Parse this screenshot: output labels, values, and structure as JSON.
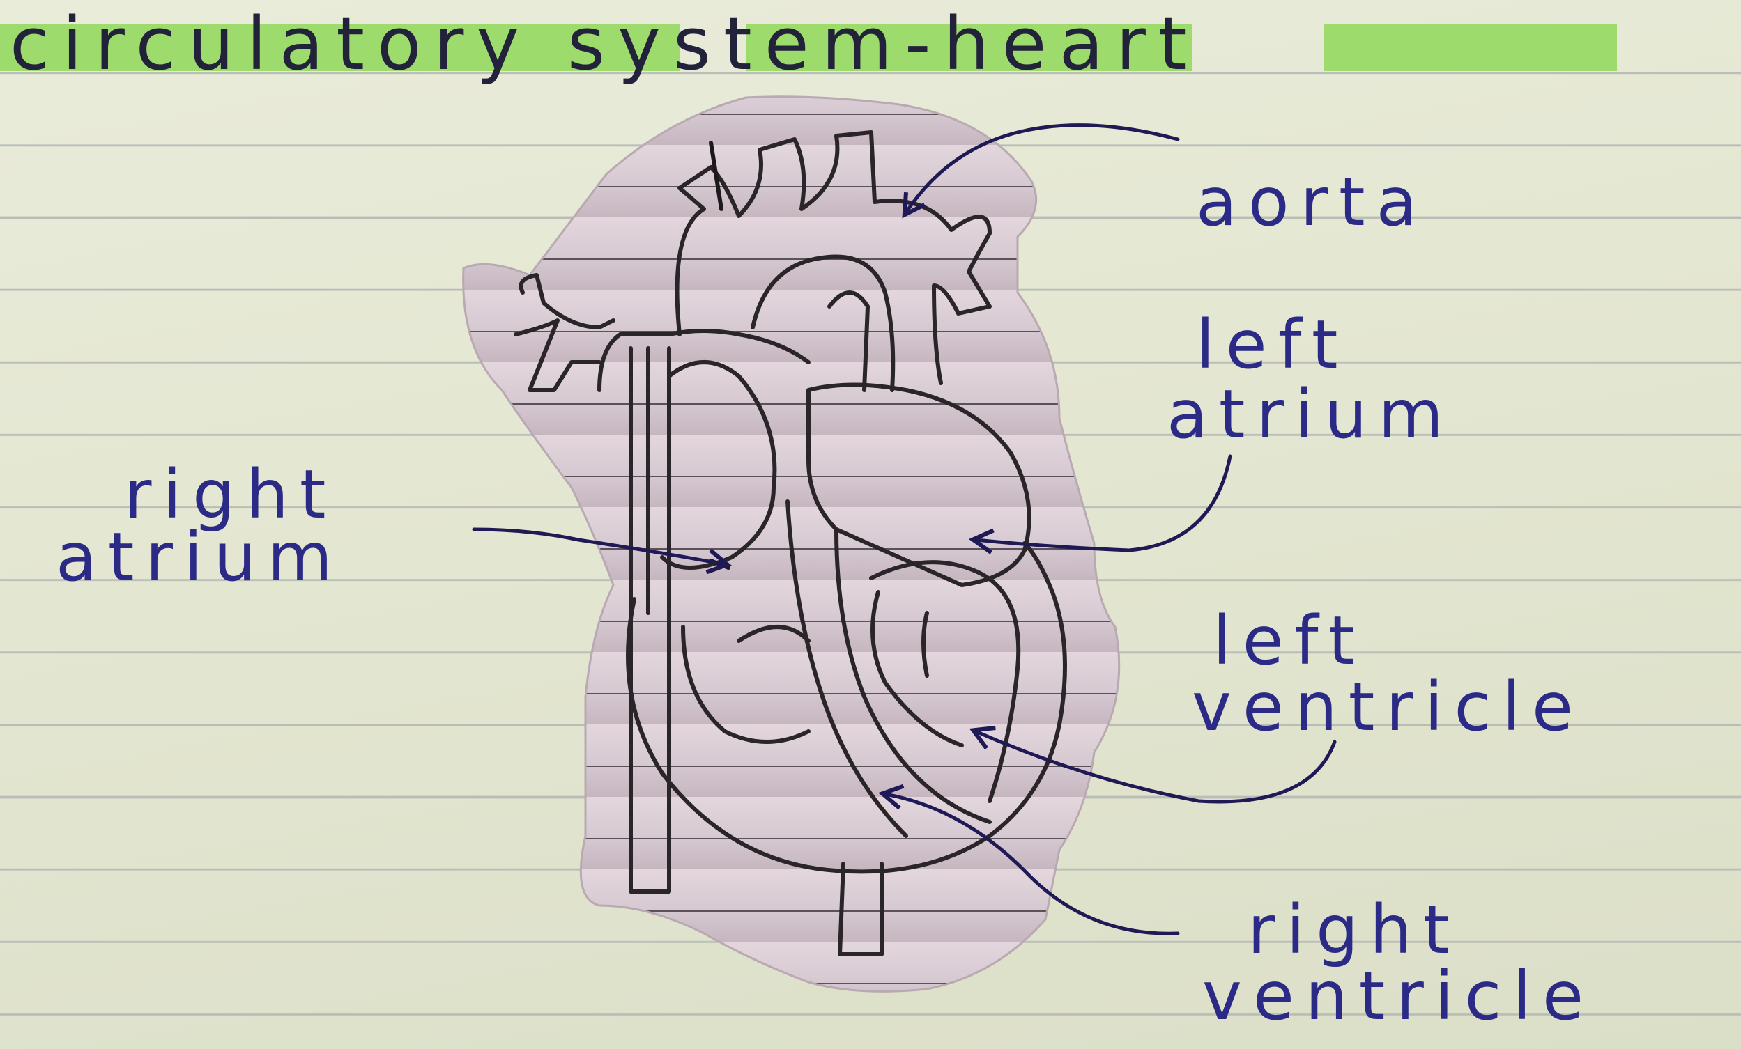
{
  "title": "circulatory system-heart",
  "colors": {
    "paper": "#e4e6d2",
    "highlight": "#8fd85a",
    "ink_labels": "#2b2a86",
    "pencil": "#2a2528",
    "cutout": "#d8ccd4"
  },
  "labels": {
    "aorta": "aorta",
    "left_atrium": [
      "left",
      "atrium"
    ],
    "right_atrium": [
      "right",
      "atrium"
    ],
    "left_ventricle": [
      "left",
      "ventricle"
    ],
    "right_ventricle": [
      "right",
      "ventricle"
    ]
  }
}
